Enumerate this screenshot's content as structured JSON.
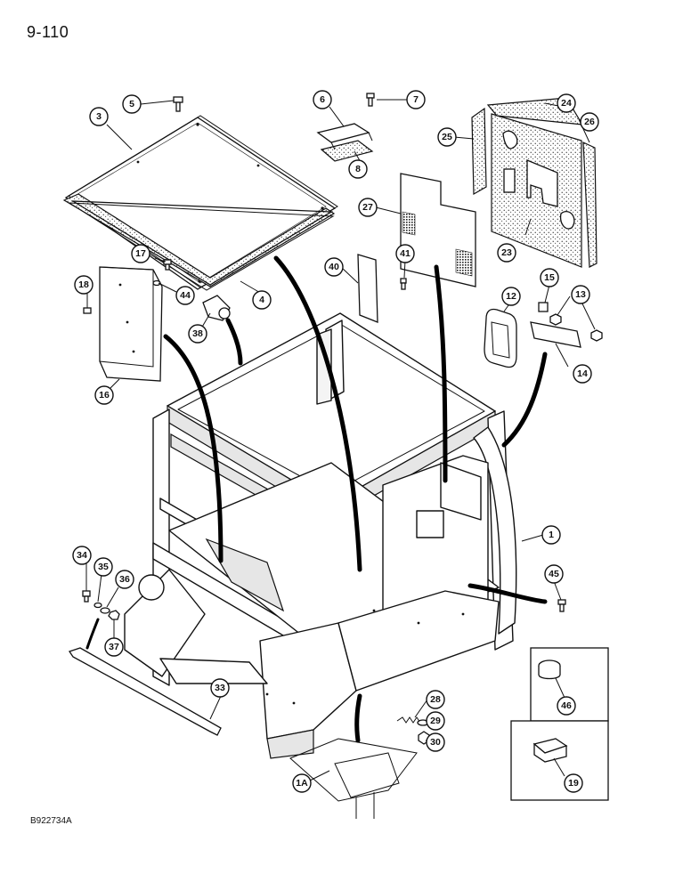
{
  "page_number": "9-110",
  "reference_code": "B922734A",
  "callouts": [
    "1",
    "1A",
    "3",
    "4",
    "5",
    "6",
    "7",
    "8",
    "12",
    "13",
    "14",
    "15",
    "16",
    "17",
    "18",
    "19",
    "23",
    "24",
    "25",
    "26",
    "27",
    "28",
    "29",
    "30",
    "33",
    "34",
    "35",
    "36",
    "37",
    "38",
    "40",
    "41",
    "44",
    "45",
    "46"
  ]
}
